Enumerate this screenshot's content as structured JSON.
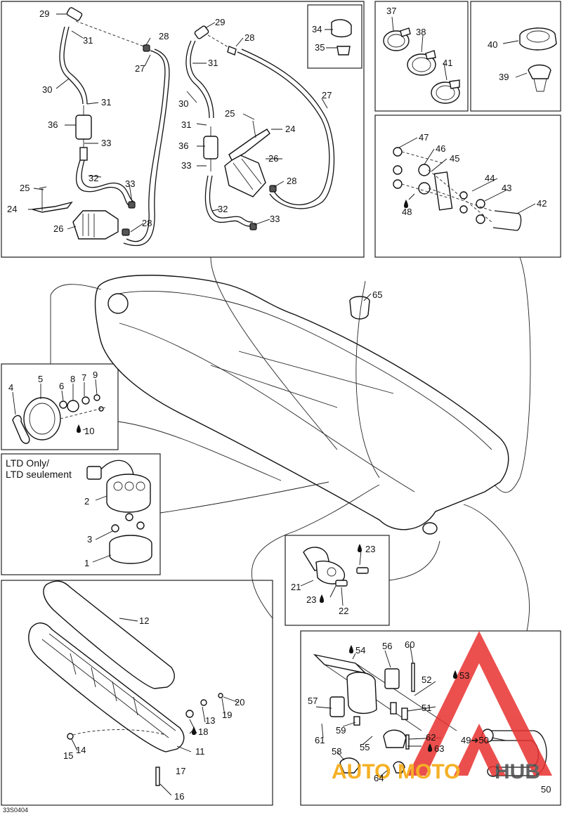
{
  "drawing_code": "33S0404",
  "ltd_box": {
    "line1": "LTD Only/",
    "line2": "LTD seulement"
  },
  "watermark": {
    "auto": "AUTO",
    "moto": "MOTO",
    "hub": "HUB",
    "colors": {
      "triangle": "#e8312f",
      "auto": "#f4a300",
      "hub": "#4a4a4a"
    }
  },
  "callouts": {
    "c1": "1",
    "c2": "2",
    "c3": "3",
    "c4": "4",
    "c5": "5",
    "c6": "6",
    "c7": "7",
    "c8": "8",
    "c9": "9",
    "c10": "10",
    "c11": "11",
    "c12": "12",
    "c13": "13",
    "c14": "14",
    "c15": "15",
    "c16": "16",
    "c17": "17",
    "c18": "18",
    "c19": "19",
    "c20": "20",
    "c21": "21",
    "c22": "22",
    "c23a": "23",
    "c23b": "23",
    "c24a": "24",
    "c24b": "24",
    "c25a": "25",
    "c25b": "25",
    "c26a": "26",
    "c26b": "26",
    "c27a": "27",
    "c27b": "27",
    "c28a": "28",
    "c28b": "28",
    "c28c": "28",
    "c28d": "28",
    "c29a": "29",
    "c29b": "29",
    "c30a": "30",
    "c30b": "30",
    "c31a": "31",
    "c31b": "31",
    "c31c": "31",
    "c31d": "31",
    "c32a": "32",
    "c32b": "32",
    "c33a": "33",
    "c33b": "33",
    "c33c": "33",
    "c33d": "33",
    "c34": "34",
    "c35": "35",
    "c36a": "36",
    "c36b": "36",
    "c37": "37",
    "c38": "38",
    "c39": "39",
    "c40": "40",
    "c41": "41",
    "c42": "42",
    "c43": "43",
    "c44": "44",
    "c45": "45",
    "c46": "46",
    "c47": "47",
    "c48": "48",
    "c49": "49➔50",
    "c50": "50",
    "c51": "51",
    "c52": "52",
    "c53": "53",
    "c54": "54",
    "c55": "55",
    "c56": "56",
    "c57": "57",
    "c58": "58",
    "c59": "59",
    "c60": "60",
    "c61": "61",
    "c62": "62",
    "c63": "63",
    "c64": "64",
    "c65": "65"
  }
}
